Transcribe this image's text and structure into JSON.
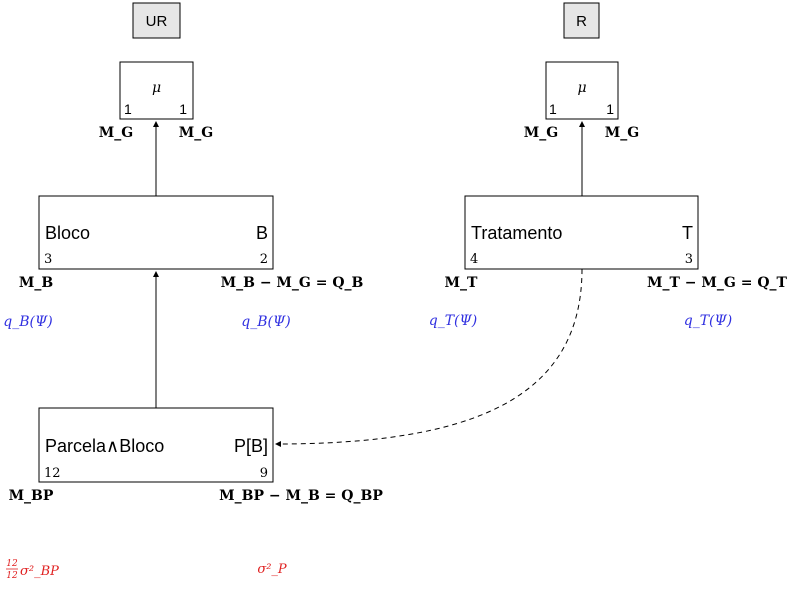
{
  "tags": {
    "unrandomized": "UR",
    "randomized": "R"
  },
  "ur_tier": {
    "top": {
      "label": "μ",
      "left_num": "1",
      "right_num": "1",
      "below_left": "M_G",
      "below_right": "M_G"
    },
    "block": {
      "name": "Bloco",
      "code": "B",
      "left_num": "3",
      "right_num": "2",
      "below_left": "M_B",
      "below_right": "M_B − M_G = Q_B",
      "blue_left": "q_B(Ψ)",
      "blue_right": "q_B(Ψ)"
    },
    "plot": {
      "name": "Parcela∧Bloco",
      "code": "P[B]",
      "left_num": "12",
      "right_num": "9",
      "below_left": "M_BP",
      "below_right": "M_BP − M_B = Q_BP",
      "red_left_frac_num": "12",
      "red_left_frac_den": "12",
      "red_left": "σ²_BP",
      "red_right": "σ²_P"
    }
  },
  "r_tier": {
    "top": {
      "label": "μ",
      "left_num": "1",
      "right_num": "1",
      "below_left": "M_G",
      "below_right": "M_G"
    },
    "treatment": {
      "name": "Tratamento",
      "code": "T",
      "left_num": "4",
      "right_num": "3",
      "below_left": "M_T",
      "below_right": "M_T − M_G = Q_T",
      "blue_left": "q_T(Ψ)",
      "blue_right": "q_T(Ψ)"
    }
  }
}
